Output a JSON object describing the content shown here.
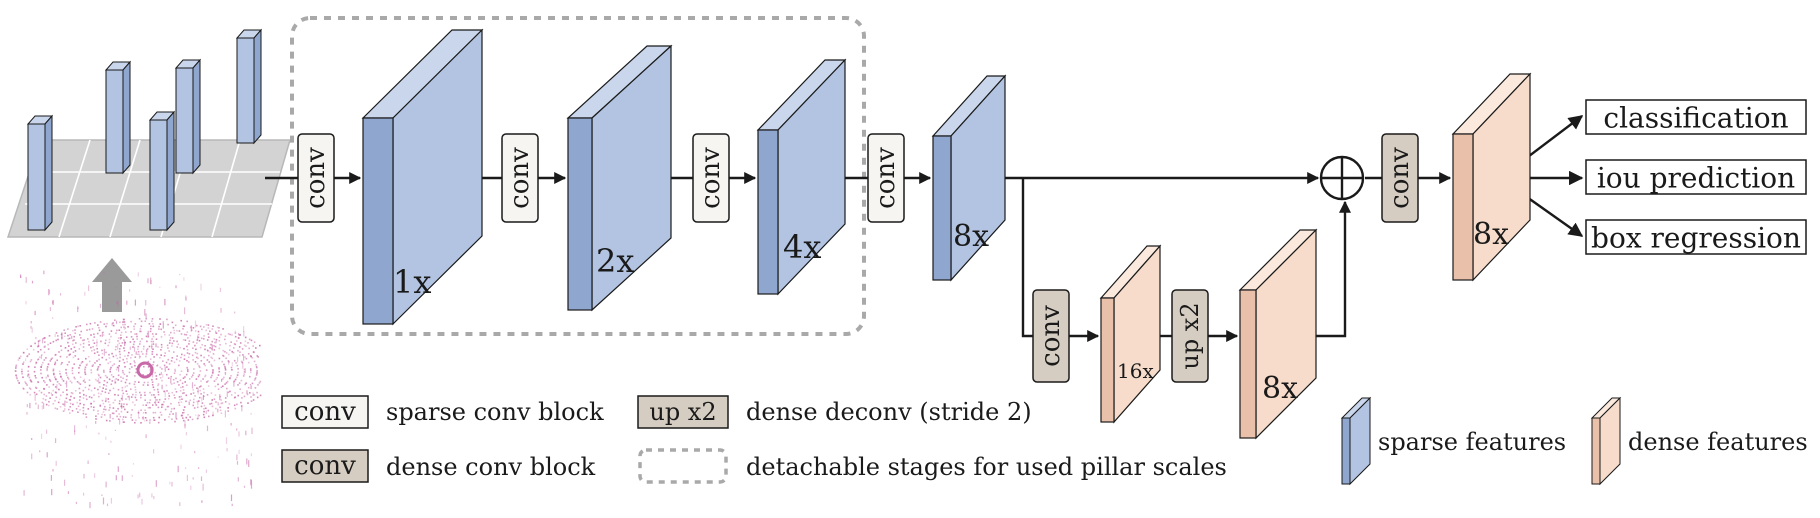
{
  "colors": {
    "sparse_front": "#b2c4e2",
    "sparse_side": "#8fa6cf",
    "sparse_top": "#c9d6ec",
    "dense_front": "#f7dccb",
    "dense_side": "#e9c1aa",
    "dense_top": "#fbe9dd",
    "sparse_conv_box": "#f6f5f2",
    "dense_conv_box": "#d6cdc2",
    "stroke": "#1a1a1a",
    "grid_plane": "#d3d3d3",
    "dashed": "#a9a9a9",
    "input_arrow": "#9a9a9a",
    "pointcloud": "#c86aa8"
  },
  "diagram": {
    "sparse_blocks": [
      {
        "id": "conv1",
        "label": "conv"
      },
      {
        "id": "conv2",
        "label": "conv"
      },
      {
        "id": "conv3",
        "label": "conv"
      },
      {
        "id": "conv4",
        "label": "conv"
      }
    ],
    "sparse_features": [
      {
        "id": "s1x",
        "label": "1x"
      },
      {
        "id": "s2x",
        "label": "2x"
      },
      {
        "id": "s4x",
        "label": "4x"
      },
      {
        "id": "s8x",
        "label": "8x"
      }
    ],
    "dense_path": {
      "conv_label": "conv",
      "feat16_label": "16x",
      "up_label": "up x2",
      "feat8_label": "8x"
    },
    "head": {
      "conv_label": "conv",
      "feat_label": "8x",
      "outputs": [
        "classification",
        "iou prediction",
        "box regression"
      ]
    }
  },
  "legend": {
    "sparse_conv": {
      "box": "conv",
      "text": "sparse conv block"
    },
    "dense_conv": {
      "box": "conv",
      "text": "dense conv block"
    },
    "deconv": {
      "box": "up x2",
      "text": "dense deconv (stride 2)"
    },
    "detachable": {
      "text": "detachable stages for used pillar scales"
    },
    "sparse_features": {
      "text": "sparse features"
    },
    "dense_features": {
      "text": "dense features"
    }
  }
}
